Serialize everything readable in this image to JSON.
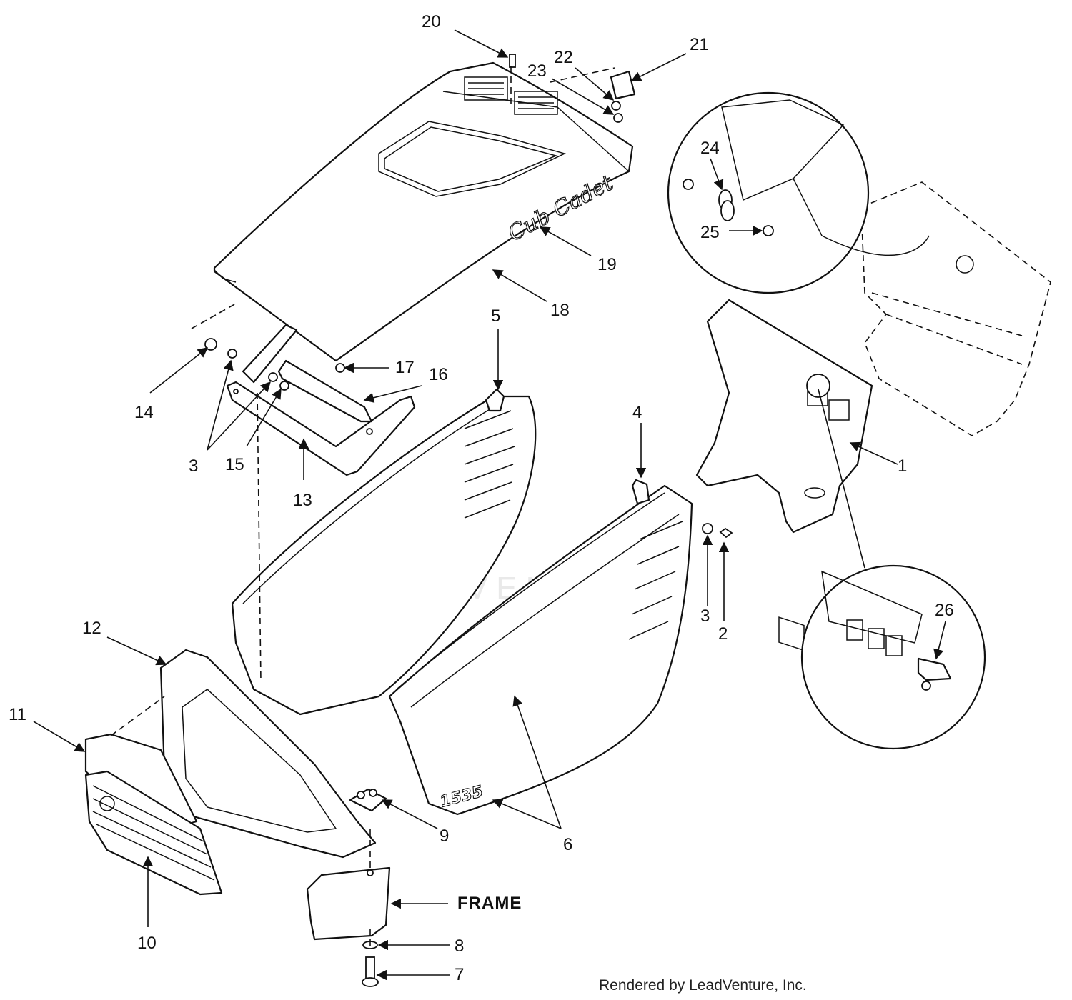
{
  "callouts": [
    "1",
    "2",
    "3",
    "3",
    "3",
    "4",
    "5",
    "6",
    "7",
    "8",
    "9",
    "10",
    "11",
    "12",
    "13",
    "14",
    "15",
    "16",
    "17",
    "18",
    "19",
    "20",
    "21",
    "22",
    "23",
    "24",
    "25",
    "26"
  ],
  "frame_label": "FRAME",
  "credit": "Rendered by LeadVenture, Inc.",
  "hood_logo": "Cub Cadet",
  "panel_model": "1535",
  "watermark": "LEADVENTURE"
}
